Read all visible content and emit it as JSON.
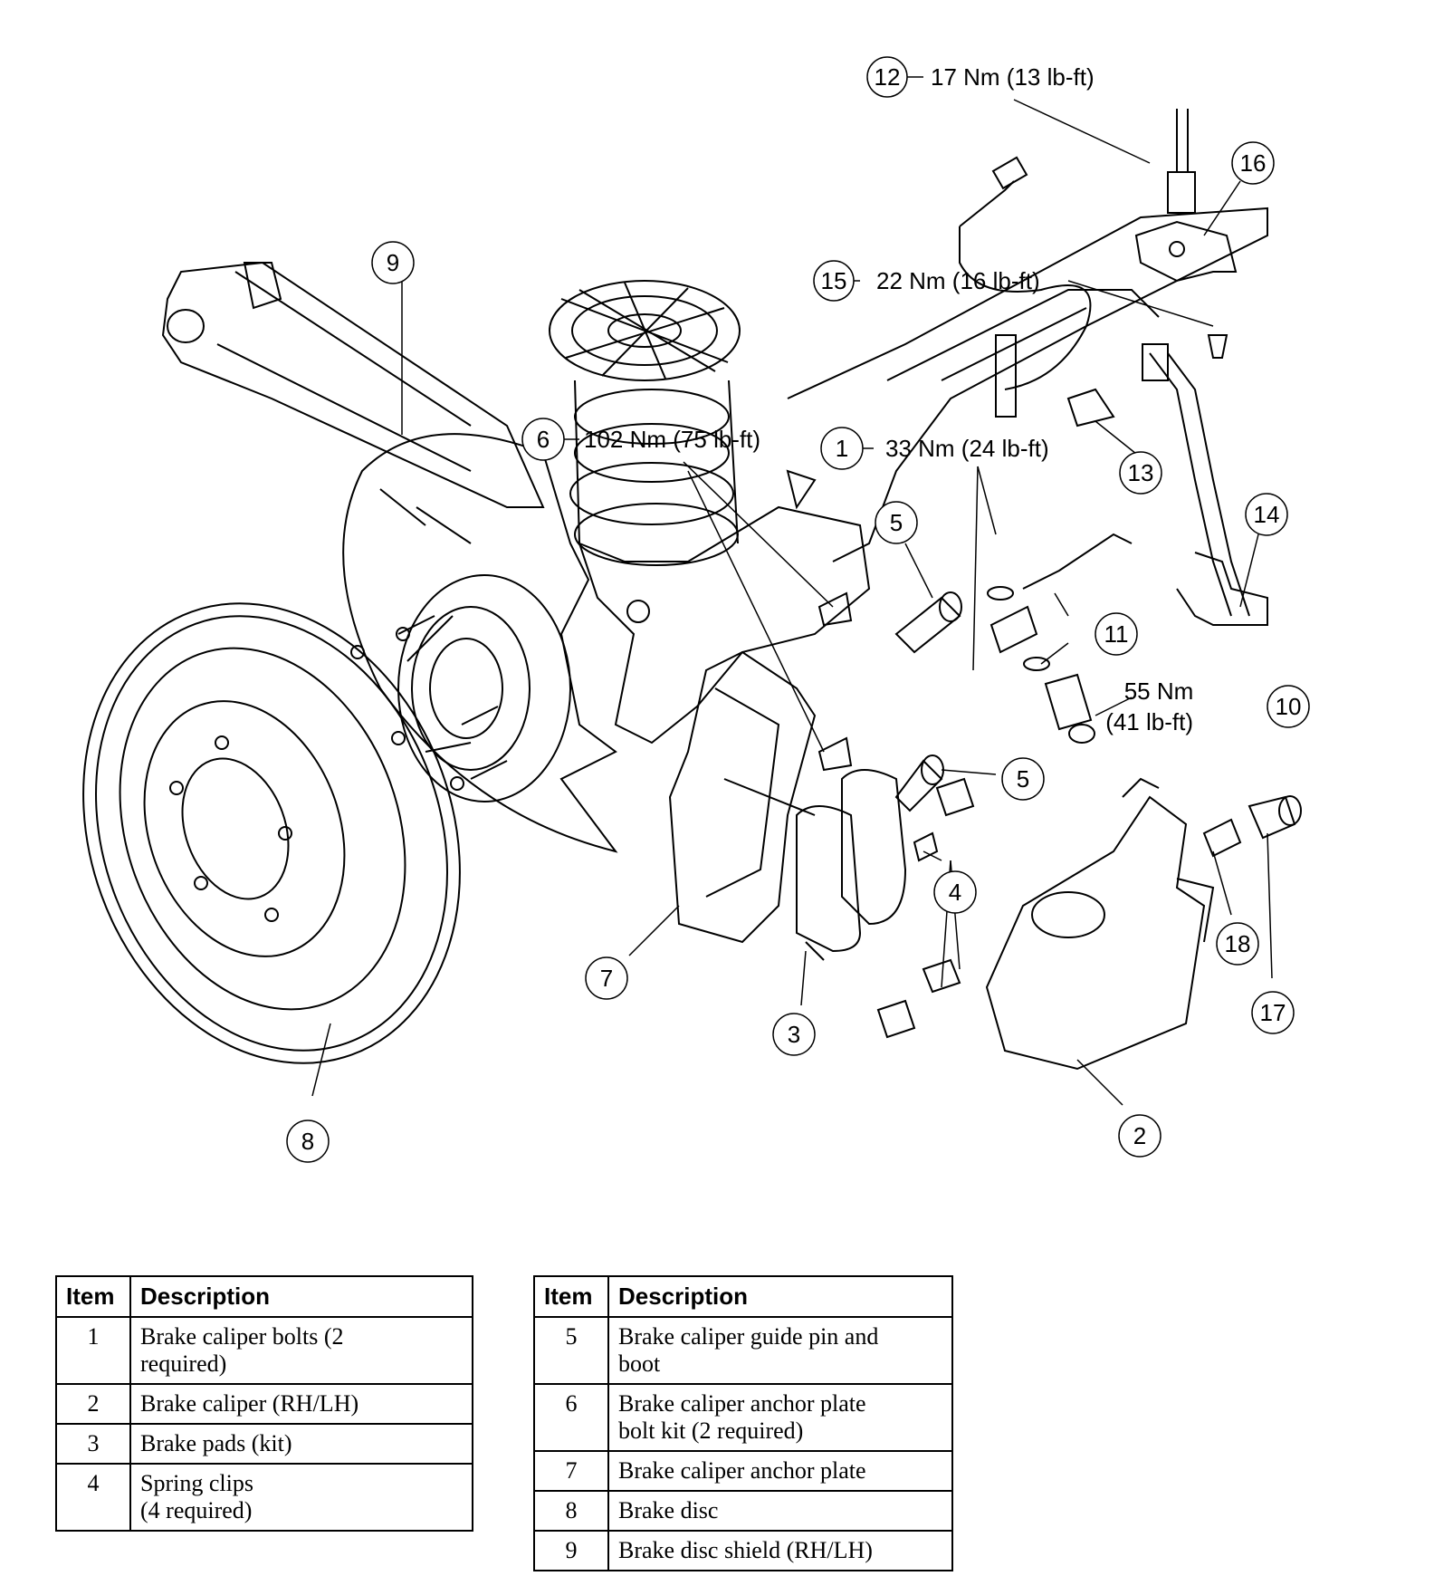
{
  "callouts": {
    "c1": "1",
    "c2": "2",
    "c3": "3",
    "c4": "4",
    "c5a": "5",
    "c5b": "5",
    "c6": "6",
    "c7": "7",
    "c8": "8",
    "c9": "9",
    "c10": "10",
    "c11": "11",
    "c12": "12",
    "c13": "13",
    "c14": "14",
    "c15": "15",
    "c16": "16",
    "c17": "17",
    "c18": "18"
  },
  "torques": {
    "t12": "17 Nm (13 lb-ft)",
    "t15": "22 Nm (16 lb-ft)",
    "t6": "102 Nm (75 lb-ft)",
    "t1": "33 Nm (24 lb-ft)",
    "t10_line1": "55 Nm",
    "t10_line2": "(41 lb-ft)"
  },
  "table_left": {
    "header_item": "Item",
    "header_desc": "Description",
    "rows": [
      {
        "item": "1",
        "desc": [
          "Brake caliper bolts (2",
          "required)"
        ]
      },
      {
        "item": "2",
        "desc": [
          "Brake caliper (RH/LH)"
        ]
      },
      {
        "item": "3",
        "desc": [
          "Brake pads (kit)"
        ]
      },
      {
        "item": "4",
        "desc": [
          "Spring clips",
          "(4 required)"
        ]
      }
    ]
  },
  "table_right": {
    "header_item": "Item",
    "header_desc": "Description",
    "rows": [
      {
        "item": "5",
        "desc": [
          "Brake caliper guide pin and",
          "boot"
        ]
      },
      {
        "item": "6",
        "desc": [
          "Brake caliper anchor plate",
          "bolt kit (2 required)"
        ]
      },
      {
        "item": "7",
        "desc": [
          "Brake caliper anchor plate"
        ]
      },
      {
        "item": "8",
        "desc": [
          "Brake disc"
        ]
      },
      {
        "item": "9",
        "desc": [
          "Brake disc shield (RH/LH)"
        ]
      }
    ]
  }
}
